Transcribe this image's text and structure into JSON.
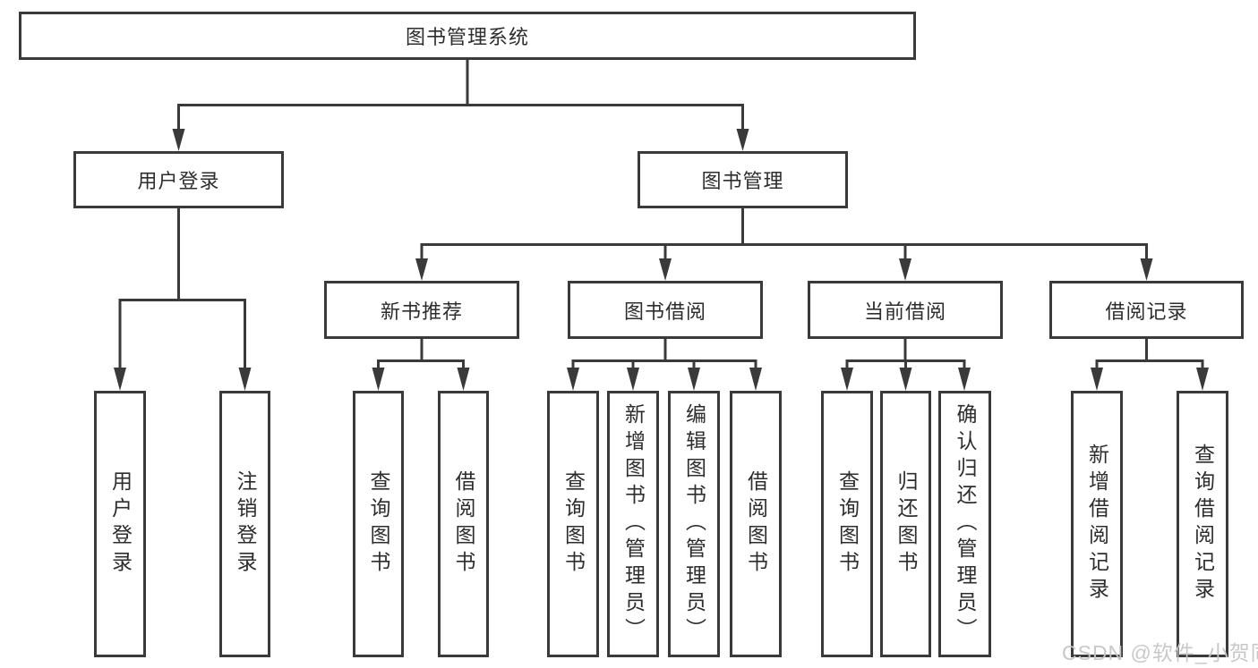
{
  "diagram": {
    "root": {
      "label": "图书管理系统"
    },
    "branches": [
      {
        "label": "用户登录",
        "leaves": [
          {
            "label": "用户登录"
          },
          {
            "label": "注销登录"
          }
        ]
      },
      {
        "label": "图书管理",
        "groups": [
          {
            "label": "新书推荐",
            "leaves": [
              {
                "label": "查询图书"
              },
              {
                "label": "借阅图书"
              }
            ]
          },
          {
            "label": "图书借阅",
            "leaves": [
              {
                "label": "查询图书"
              },
              {
                "label": "新增图书（管理员）"
              },
              {
                "label": "编辑图书（管理员）"
              },
              {
                "label": "借阅图书"
              }
            ]
          },
          {
            "label": "当前借阅",
            "leaves": [
              {
                "label": "查询图书"
              },
              {
                "label": "归还图书"
              },
              {
                "label": "确认归还（管理员）"
              }
            ]
          },
          {
            "label": "借阅记录",
            "leaves": [
              {
                "label": "新增借阅记录"
              },
              {
                "label": "查询借阅记录"
              }
            ]
          }
        ]
      }
    ]
  },
  "watermark": {
    "text": "CSDN @软件_小贺同学"
  },
  "colors": {
    "line": "#3a3a3a",
    "text": "#2d2d2d",
    "background": "#ffffff",
    "watermark": "#c6c6c6"
  }
}
